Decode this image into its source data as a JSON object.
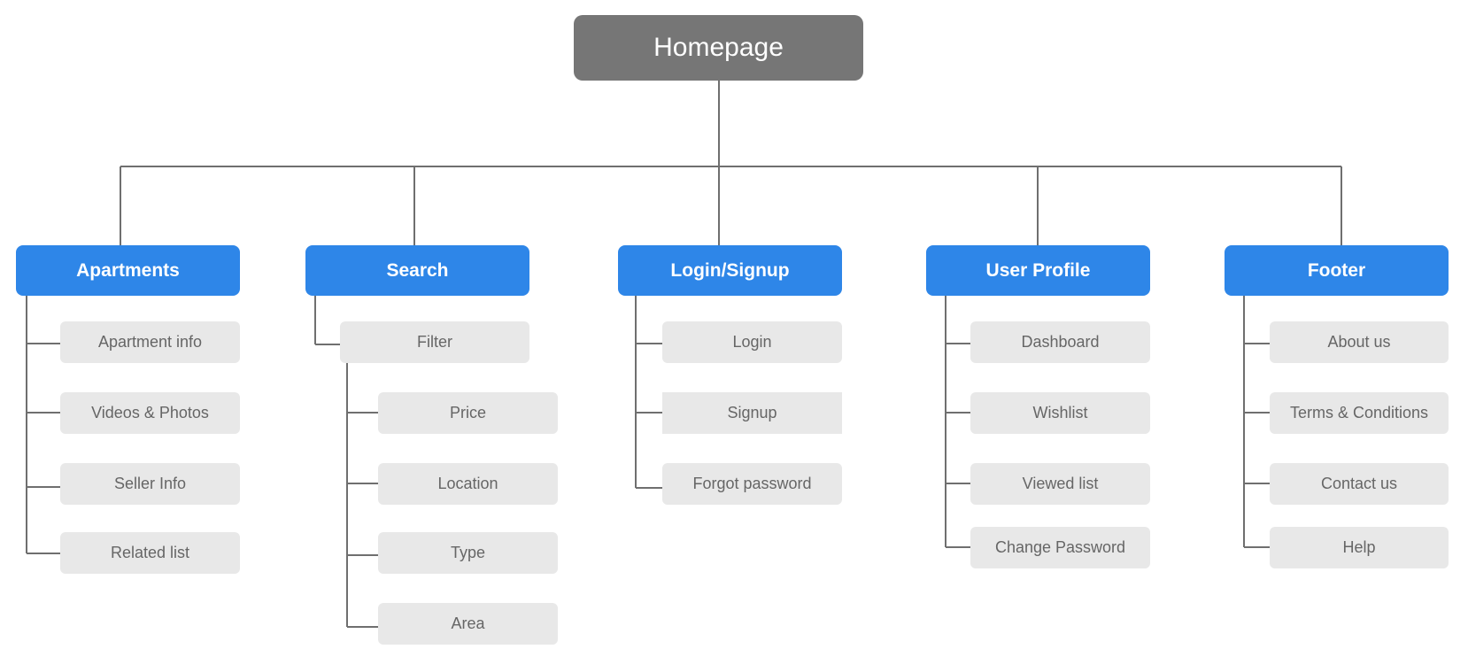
{
  "root": {
    "label": "Homepage"
  },
  "sections": [
    {
      "label": "Apartments",
      "items": [
        "Apartment info",
        "Videos & Photos",
        "Seller Info",
        "Related list"
      ]
    },
    {
      "label": "Search",
      "items": [
        "Filter"
      ],
      "subitems": [
        "Price",
        "Location",
        "Type",
        "Area"
      ]
    },
    {
      "label": "Login/Signup",
      "items": [
        "Login",
        "Signup",
        "Forgot password"
      ]
    },
    {
      "label": "User Profile",
      "items": [
        "Dashboard",
        "Wishlist",
        "Viewed list",
        "Change Password"
      ]
    },
    {
      "label": "Footer",
      "items": [
        "About us",
        "Terms & Conditions",
        "Contact us",
        "Help"
      ]
    }
  ],
  "colors": {
    "root": "#767676",
    "section": "#2e86e8",
    "leaf": "#e8e8e8",
    "leaf_text": "#666666",
    "connector": "#6f6f6f"
  }
}
